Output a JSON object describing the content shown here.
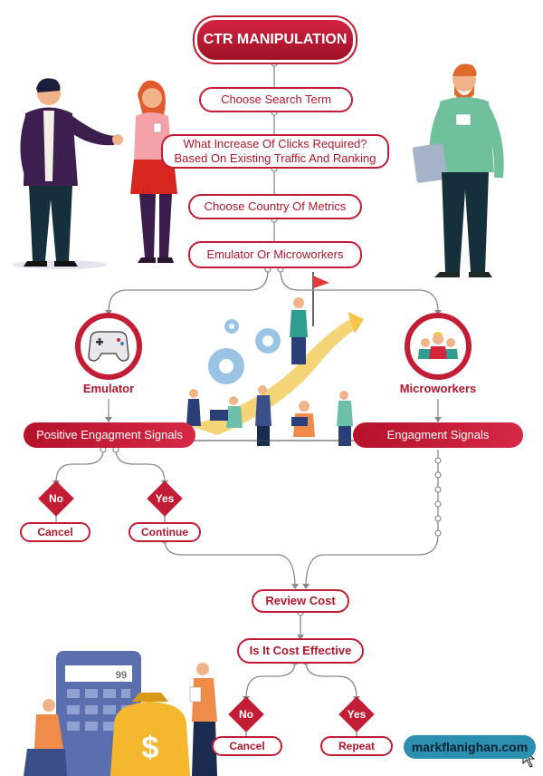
{
  "title": "CTR MANIPULATION",
  "steps": {
    "choose_search_term": "Choose Search Term",
    "clicks_required_line1": "What Increase Of Clicks Required?",
    "clicks_required_line2": "Based On Existing Traffic And Ranking",
    "choose_country": "Choose Country Of Metrics",
    "emulator_or_microworkers": "Emulator Or Microworkers",
    "review_cost": "Review Cost",
    "cost_effective": "Is It Cost Effective"
  },
  "branches": {
    "emulator": {
      "label": "Emulator",
      "icon": "gamepad-icon",
      "signals": "Positive Engagment Signals",
      "no": "No",
      "yes": "Yes",
      "cancel": "Cancel",
      "continue": "Continue"
    },
    "microworkers": {
      "label": "Microworkers",
      "icon": "workers-group-icon",
      "signals": "Engagment Signals"
    }
  },
  "final": {
    "no": "No",
    "yes": "Yes",
    "cancel": "Cancel",
    "repeat": "Repeat"
  },
  "calculator_display": "99",
  "money_symbol": "$",
  "brand": "markflanighan.com",
  "colors": {
    "primary": "#c21d35",
    "dark": "#9d1026",
    "brand_bg": "#2b8fb0"
  }
}
